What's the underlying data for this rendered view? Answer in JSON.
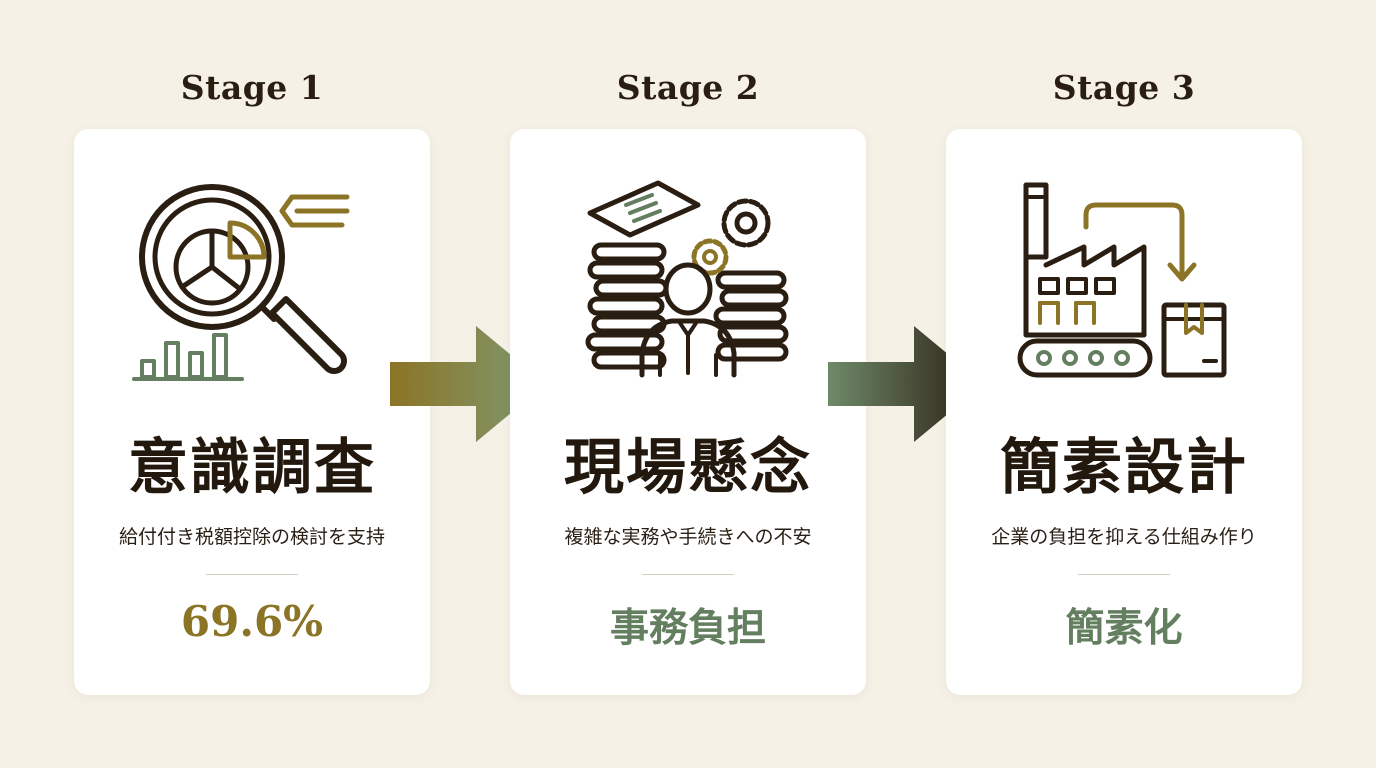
{
  "stages": [
    {
      "label": "Stage 1",
      "title": "意識調査",
      "description": "給付付き税額控除の検討を支持",
      "metric": "69.6%",
      "icon": "magnifier-pie-chart-icon"
    },
    {
      "label": "Stage 2",
      "title": "現場懸念",
      "description": "複雑な実務や手続きへの不安",
      "metric": "事務負担",
      "icon": "paperwork-person-gears-icon"
    },
    {
      "label": "Stage 3",
      "title": "簡素設計",
      "description": "企業の負担を抑える仕組み作り",
      "metric": "簡素化",
      "icon": "factory-conveyor-box-icon"
    }
  ],
  "colors": {
    "background": "#f6f1e7",
    "ink": "#2a1d12",
    "gold": "#8c7426",
    "green": "#647f60"
  }
}
